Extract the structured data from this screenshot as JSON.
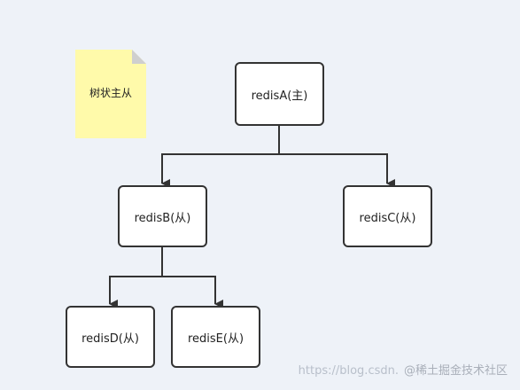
{
  "note": {
    "text": "树状主从"
  },
  "nodes": {
    "a": "redisA(主)",
    "b": "redisB(从)",
    "c": "redisC(从)",
    "d": "redisD(从)",
    "e": "redisE(从)"
  },
  "edges": [
    {
      "from": "a",
      "to": "b"
    },
    {
      "from": "a",
      "to": "c"
    },
    {
      "from": "b",
      "to": "d"
    },
    {
      "from": "b",
      "to": "e"
    }
  ],
  "watermark": {
    "url": "https://blog.csdn.",
    "site": "@稀土掘金技术社区"
  },
  "colors": {
    "background": "#eef2f8",
    "node_fill": "#ffffff",
    "stroke": "#333333",
    "note_fill": "#fffaaa",
    "note_fold": "#cfcfcf"
  }
}
